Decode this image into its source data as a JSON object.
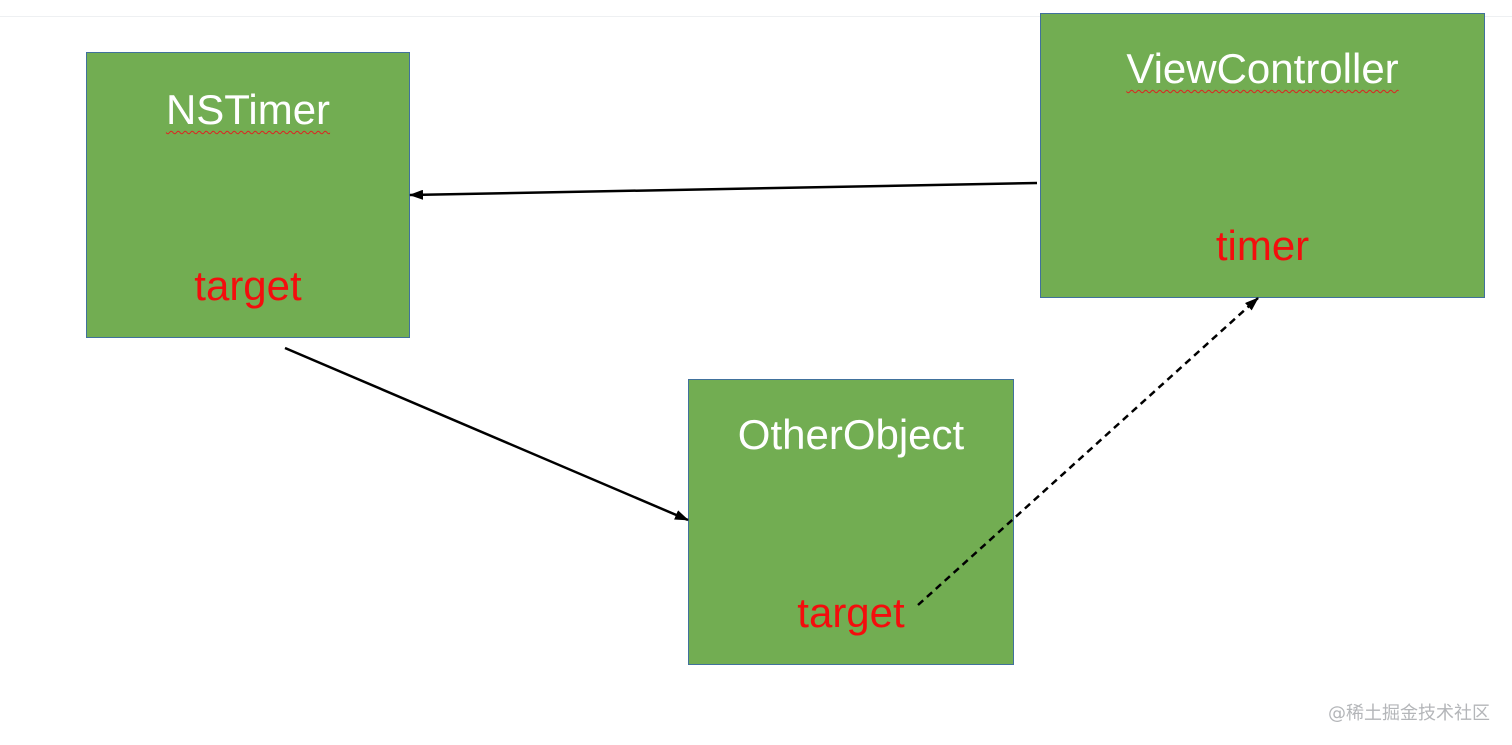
{
  "diagram": {
    "nodes": [
      {
        "id": "nstimer",
        "title": "NSTimer",
        "field": "target"
      },
      {
        "id": "viewcontroller",
        "title": "ViewController",
        "field": "timer"
      },
      {
        "id": "otherobject",
        "title": "OtherObject",
        "field": "target"
      }
    ],
    "edges": [
      {
        "from": "viewcontroller",
        "to": "nstimer",
        "style": "solid"
      },
      {
        "from": "nstimer",
        "to": "otherobject",
        "style": "solid"
      },
      {
        "from": "otherobject",
        "to": "viewcontroller",
        "style": "dashed"
      }
    ]
  },
  "colors": {
    "node_fill": "#72ad52",
    "node_border": "#41719c",
    "title_text": "#ffffff",
    "field_text": "#f40d0d",
    "arrow": "#000000"
  },
  "watermark": "@稀土掘金技术社区"
}
